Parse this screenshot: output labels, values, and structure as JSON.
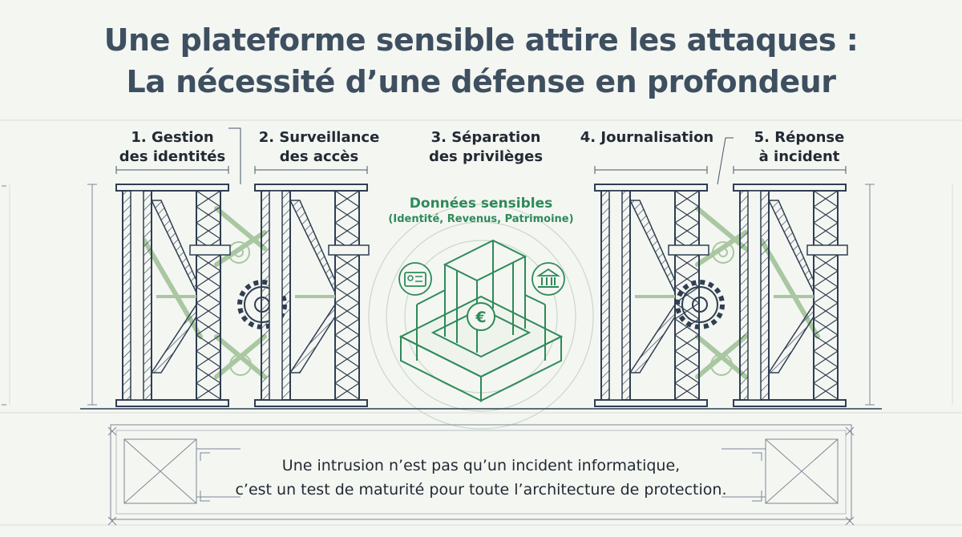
{
  "title": {
    "line1": "Une plateforme sensible attire les attaques :",
    "line2": "La nécessité d’une défense en profondeur"
  },
  "pillars": [
    {
      "line1": "1. Gestion",
      "line2": "des identités"
    },
    {
      "line1": "2. Surveillance",
      "line2": "des accès"
    },
    {
      "line1": "3. Séparation",
      "line2": "des privilèges"
    },
    {
      "line1": "4. Journalisation",
      "line2": ""
    },
    {
      "line1": "5. Réponse",
      "line2": "à incident"
    }
  ],
  "core": {
    "title": "Données sensibles",
    "subtitle": "(Identité, Revenus, Patrimoine)",
    "icons": [
      "id-card-icon",
      "euro-icon",
      "bank-icon"
    ]
  },
  "quote": {
    "line1": "Une intrusion n’est pas qu’un incident informatique,",
    "line2": "c’est un test de maturité pour toute l’architecture de protection."
  },
  "colors": {
    "background": "#f4f6f2",
    "title": "#3e4f60",
    "structure": "#2f3e52",
    "accent_green": "#2e8a5a",
    "light_green": "#a9c7a0"
  }
}
